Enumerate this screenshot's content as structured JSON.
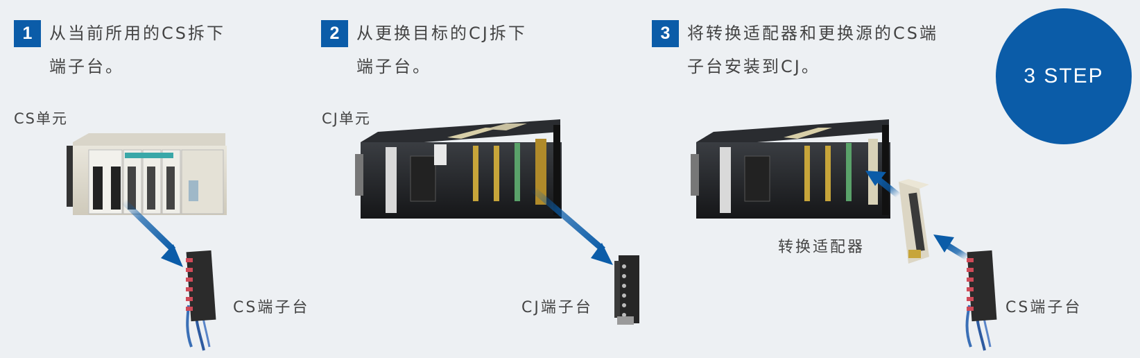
{
  "steps": [
    {
      "number": "1",
      "line1": "从当前所用的CS拆下",
      "line2": "端子台。"
    },
    {
      "number": "2",
      "line1": "从更换目标的CJ拆下",
      "line2": "端子台。"
    },
    {
      "number": "3",
      "line1": "将转换适配器和更换源的CS端",
      "line2": "子台安装到CJ。"
    }
  ],
  "badge": "3 STEP",
  "labels": {
    "cs_unit": "CS单元",
    "cj_unit": "CJ单元",
    "cs_terminal_1": "CS端子台",
    "cj_terminal": "CJ端子台",
    "adapter": "转换适配器",
    "cs_terminal_2": "CS端子台"
  },
  "colors": {
    "accent": "#0b5ca8",
    "background": "#edf0f3"
  }
}
